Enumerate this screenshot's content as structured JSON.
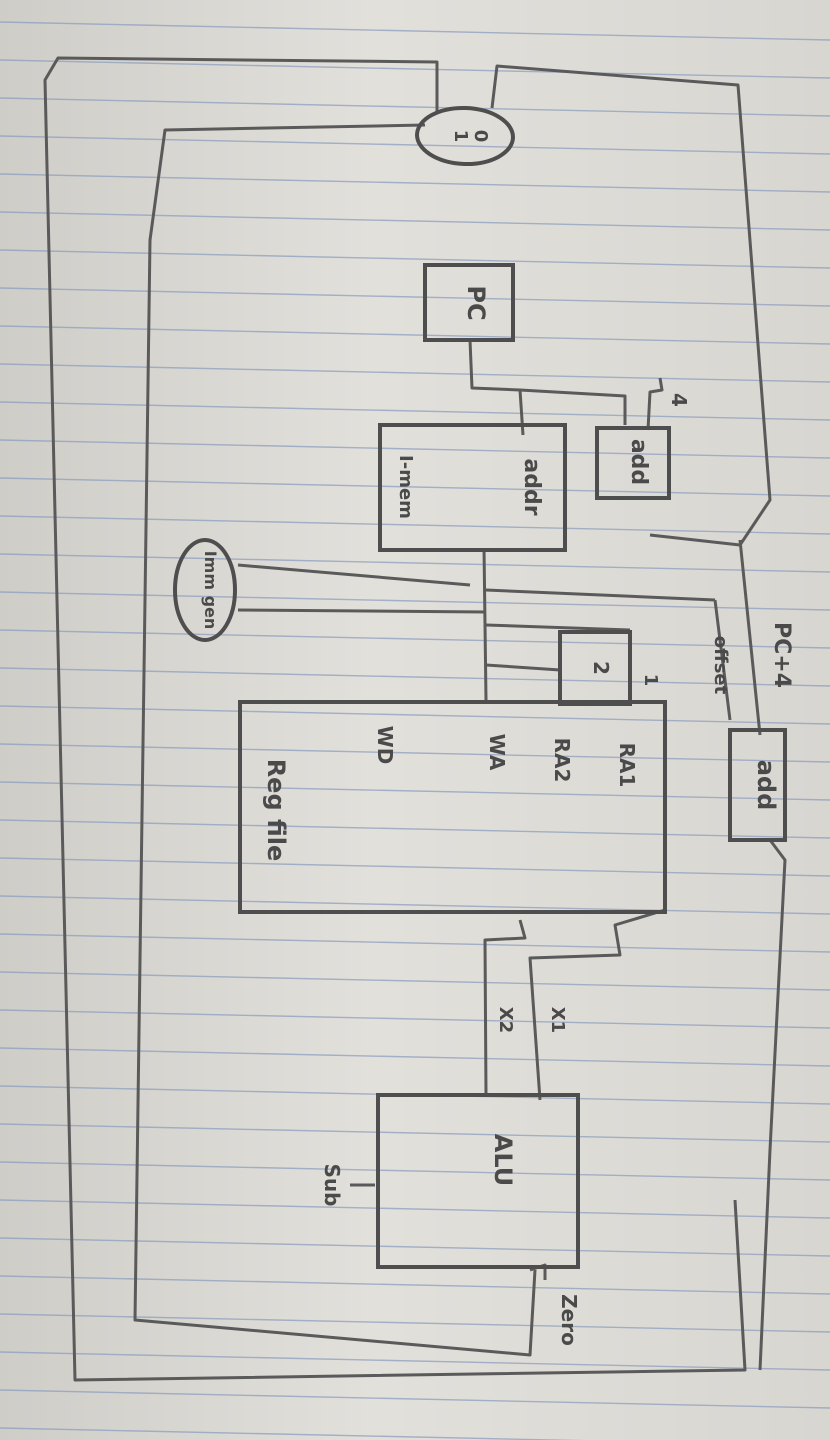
{
  "diagram": {
    "mux_label": "0\n1",
    "pc_label": "PC",
    "add_pc_label": "add",
    "const_four": "4",
    "imem_addr_label": "addr",
    "imem_label": "I-mem",
    "imm_gen_label": "Imm gen",
    "pc_plus_four_label": "PC+4",
    "offset_label": "offset",
    "add_branch_label": "add",
    "mux_small_top": "1",
    "mux_small_bottom": "2",
    "reg_ra1": "RA1",
    "reg_ra2": "RA2",
    "reg_wa": "WA",
    "reg_wd": "WD",
    "regfile_label": "Reg file",
    "x1_label": "X1",
    "x2_label": "X2",
    "alu_label": "ALU",
    "sub_label": "Sub",
    "zero_label": "Zero"
  }
}
